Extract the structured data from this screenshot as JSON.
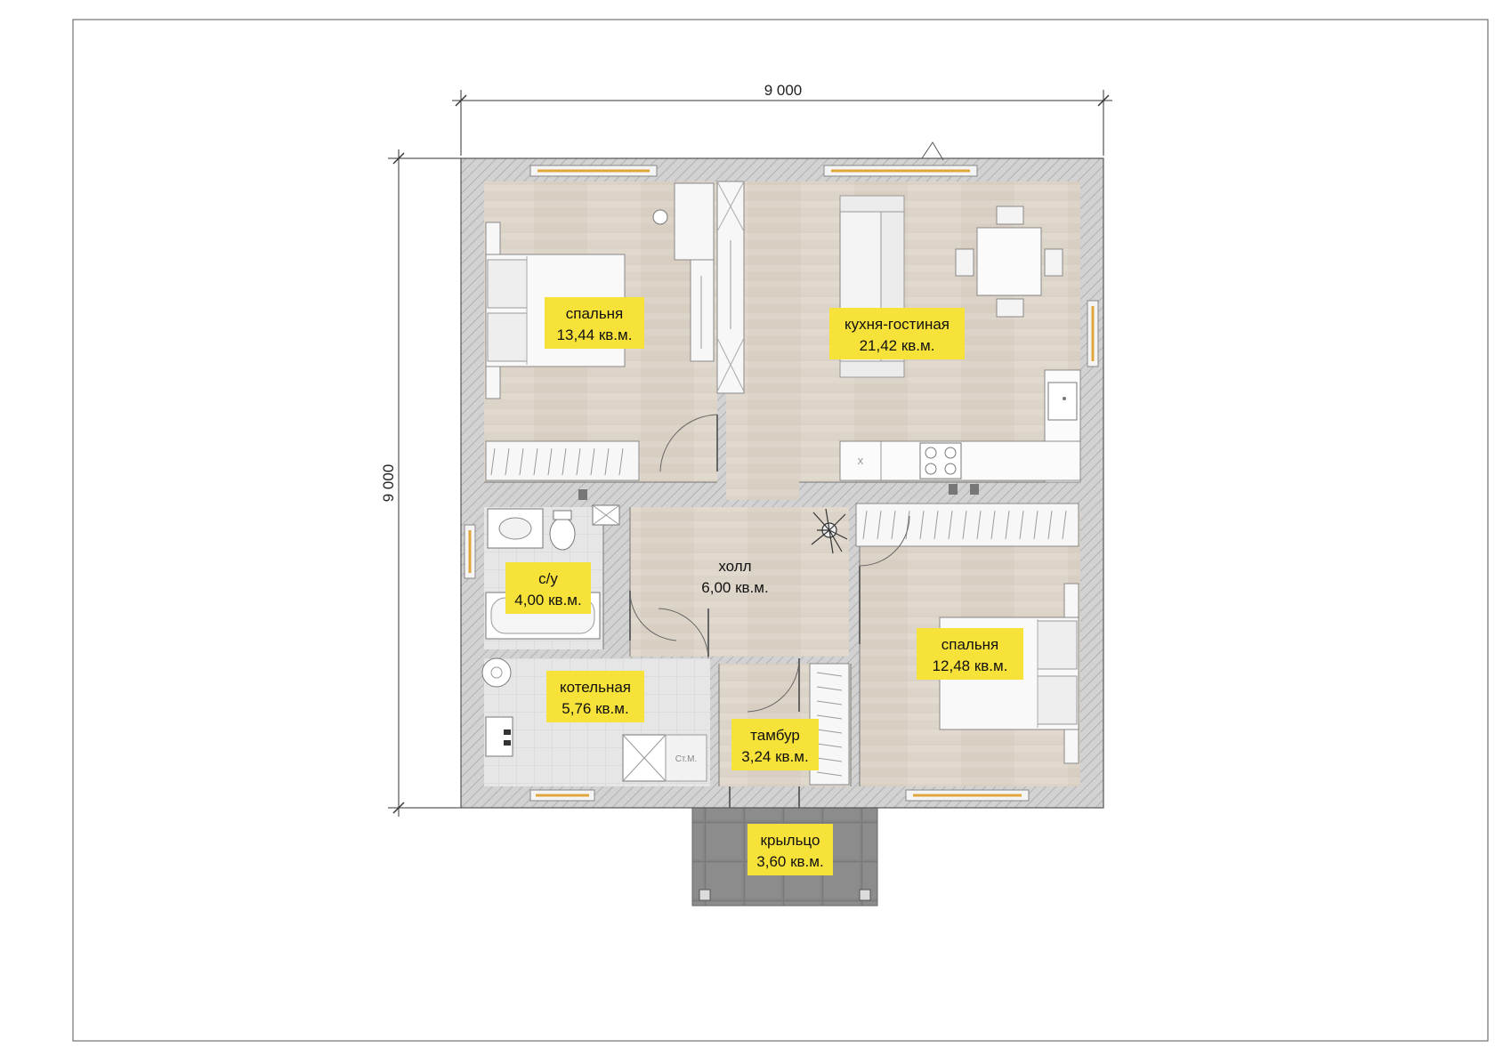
{
  "dimensions": {
    "width": "9 000",
    "height": "9 000"
  },
  "rooms": [
    {
      "id": "bedroom-1",
      "name": "спальня",
      "area": "13,44 кв.м."
    },
    {
      "id": "kitchen-living",
      "name": "кухня-гостиная",
      "area": "21,42 кв.м."
    },
    {
      "id": "bathroom",
      "name": "с/у",
      "area": "4,00 кв.м."
    },
    {
      "id": "hall",
      "name": "холл",
      "area": "6,00 кв.м."
    },
    {
      "id": "bedroom-2",
      "name": "спальня",
      "area": "12,48 кв.м."
    },
    {
      "id": "boiler-room",
      "name": "котельная",
      "area": "5,76 кв.м."
    },
    {
      "id": "vestibule",
      "name": "тамбур",
      "area": "3,24 кв.м."
    },
    {
      "id": "porch",
      "name": "крыльцо",
      "area": "3,60 кв.м."
    }
  ],
  "annotations": {
    "washer": "Ст.М.",
    "stove_marker": "X"
  },
  "colors": {
    "wood_floor": "#dcd4c8",
    "tile_floor": "#e6e6e6",
    "porch_tile": "#858585",
    "wall": "#cfcfcf",
    "label_bg": "#f7e23a",
    "window": "#e0a63c",
    "frame": "#555555"
  }
}
